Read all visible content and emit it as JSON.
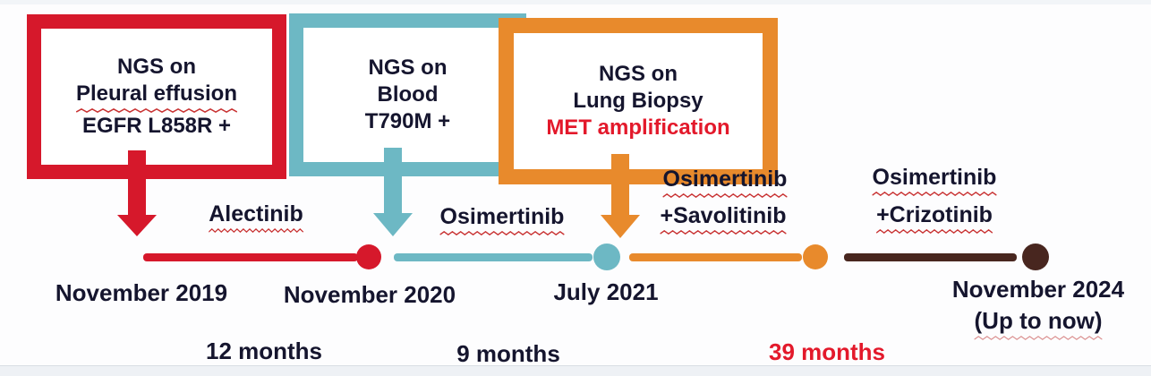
{
  "palette": {
    "red": "#d6182b",
    "teal": "#6db8c4",
    "orange": "#e88a2c",
    "brown": "#48261f",
    "text_dark": "#15152e",
    "highlight_red": "#e3192b",
    "squiggle_red": "#c93434"
  },
  "boxes": [
    {
      "line1": "NGS on",
      "line2": "Pleural effusion",
      "line3": "EGFR L858R +"
    },
    {
      "line1": "NGS on",
      "line2": "Blood",
      "line3": "T790M +"
    },
    {
      "line1": "NGS on",
      "line2": "Lung Biopsy",
      "line3": "MET amplification"
    }
  ],
  "treatments": [
    {
      "line1": "Alectinib",
      "line2": ""
    },
    {
      "line1": "Osimertinib",
      "line2": ""
    },
    {
      "line1": "Osimertinib",
      "line2": "+Savolitinib"
    },
    {
      "line1": "Osimertinib",
      "line2": "+Crizotinib"
    }
  ],
  "dates": [
    {
      "label": "November 2019"
    },
    {
      "label": "November 2020"
    },
    {
      "label": "July 2021"
    },
    {
      "label": "November 2024",
      "sub": "(Up to now)"
    }
  ],
  "durations": [
    {
      "label": "12 months"
    },
    {
      "label": "9 months"
    },
    {
      "label": "39 months"
    }
  ]
}
